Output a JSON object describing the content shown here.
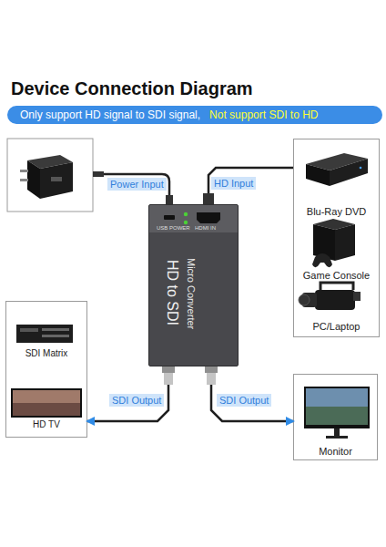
{
  "diagram": {
    "title": "Device Connection Diagram",
    "nodes": [
      {
        "text": [
          "Only support HD signal to SDI signal,",
          "Not support SDI to HD"
        ]
      },
      {
        "text": [
          "Blu-Ray DVD",
          "Game Console",
          "PC/Laptop"
        ]
      },
      {
        "text": [
          "USB POWER",
          "HDMI IN",
          "Micro Converter",
          "HD to SDI"
        ]
      },
      {
        "text": [
          "SDI Matrix",
          "HD TV"
        ]
      },
      {
        "text": [
          "Monitor"
        ]
      }
    ],
    "edges": [
      {
        "from": 1,
        "to": 2,
        "arrow": "none",
        "label": "HD Input"
      },
      {
        "from": 2,
        "to": 3,
        "arrow": "to",
        "label": "SDI Output"
      },
      {
        "from": 2,
        "to": 4,
        "arrow": "to",
        "label": "SDI Output"
      }
    ],
    "labels": [
      "Power Input"
    ]
  }
}
